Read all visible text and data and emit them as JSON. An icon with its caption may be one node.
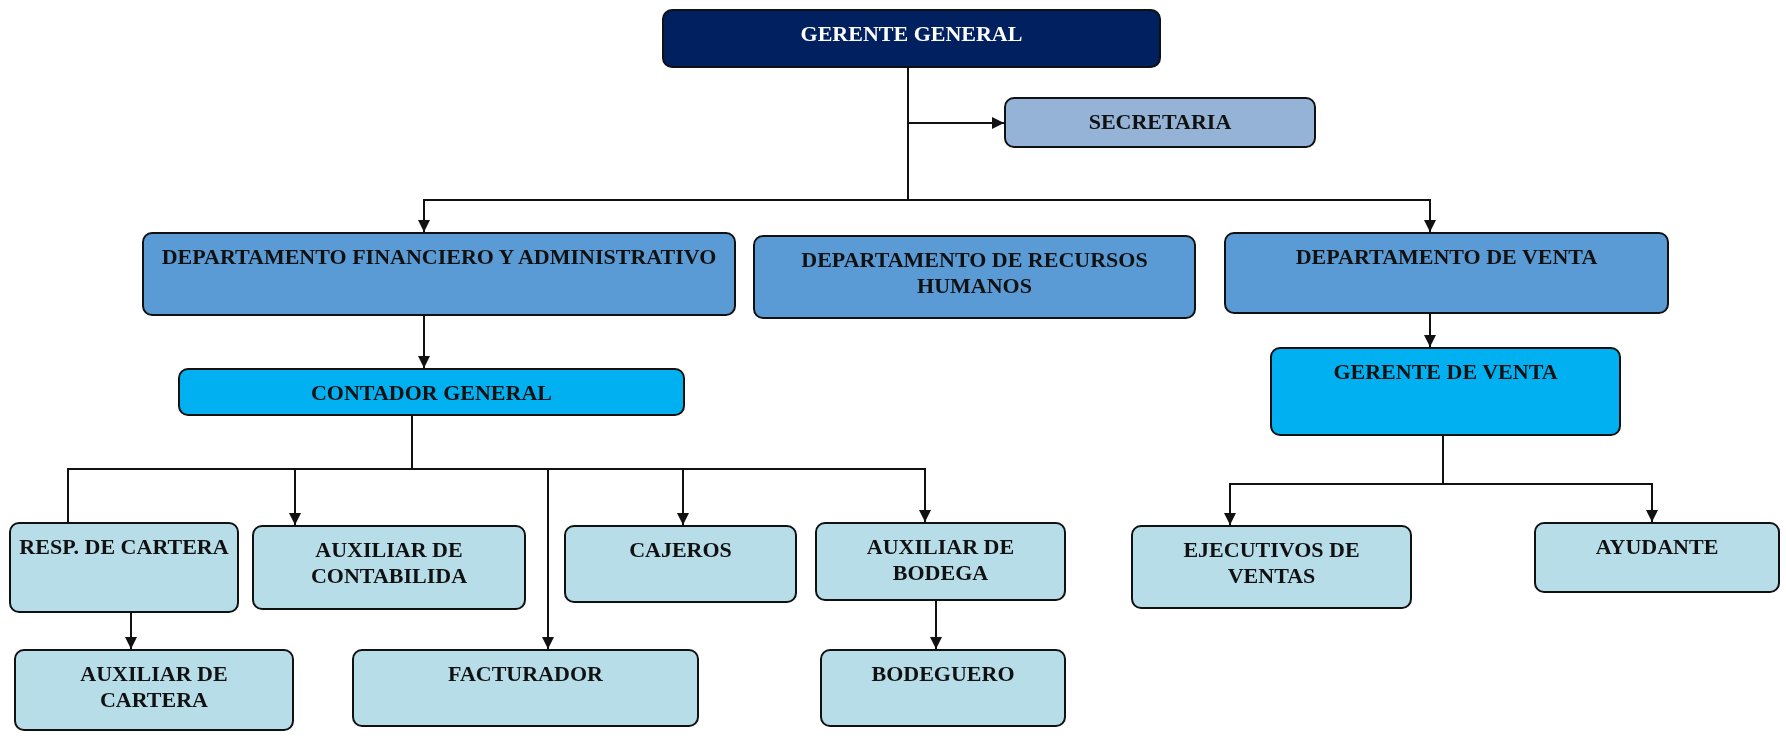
{
  "diagram": {
    "nodes": [
      {
        "text": [
          "GERENTE GENERAL"
        ]
      },
      {
        "text": [
          "SECRETARIA"
        ]
      },
      {
        "text": [
          "DEPARTAMENTO FINANCIERO Y ADMINISTRATIVO"
        ]
      },
      {
        "text": [
          "DEPARTAMENTO DE RECURSOS HUMANOS"
        ]
      },
      {
        "text": [
          "DEPARTAMENTO DE VENTA"
        ]
      },
      {
        "text": [
          "CONTADOR GENERAL"
        ]
      },
      {
        "text": [
          "GERENTE DE VENTA"
        ]
      },
      {
        "text": [
          "RESP.  DE CARTERA"
        ]
      },
      {
        "text": [
          "AUXILIAR DE CONTABILIDA"
        ]
      },
      {
        "text": [
          "CAJEROS"
        ]
      },
      {
        "text": [
          "AUXILIAR DE BODEGA"
        ]
      },
      {
        "text": [
          "EJECUTIVOS DE VENTAS"
        ]
      },
      {
        "text": [
          "AYUDANTE"
        ]
      },
      {
        "text": [
          "AUXILIAR DE CARTERA"
        ]
      },
      {
        "text": [
          "FACTURADOR"
        ]
      },
      {
        "text": [
          "BODEGUERO"
        ]
      }
    ],
    "edges": [
      {
        "from": 0,
        "to": 1,
        "arrow": "to"
      },
      {
        "from": 0,
        "to": 2,
        "arrow": "to"
      },
      {
        "from": 0,
        "to": 4,
        "arrow": "to"
      },
      {
        "from": 2,
        "to": 5,
        "arrow": "to"
      },
      {
        "from": 4,
        "to": 6,
        "arrow": "to"
      },
      {
        "from": 5,
        "to": 7,
        "arrow": "none"
      },
      {
        "from": 5,
        "to": 8,
        "arrow": "to"
      },
      {
        "from": 5,
        "to": 14,
        "arrow": "to"
      },
      {
        "from": 5,
        "to": 9,
        "arrow": "to"
      },
      {
        "from": 5,
        "to": 10,
        "arrow": "to"
      },
      {
        "from": 7,
        "to": 13,
        "arrow": "to"
      },
      {
        "from": 10,
        "to": 15,
        "arrow": "to"
      },
      {
        "from": 6,
        "to": 11,
        "arrow": "to"
      },
      {
        "from": 6,
        "to": 12,
        "arrow": "to"
      }
    ]
  }
}
